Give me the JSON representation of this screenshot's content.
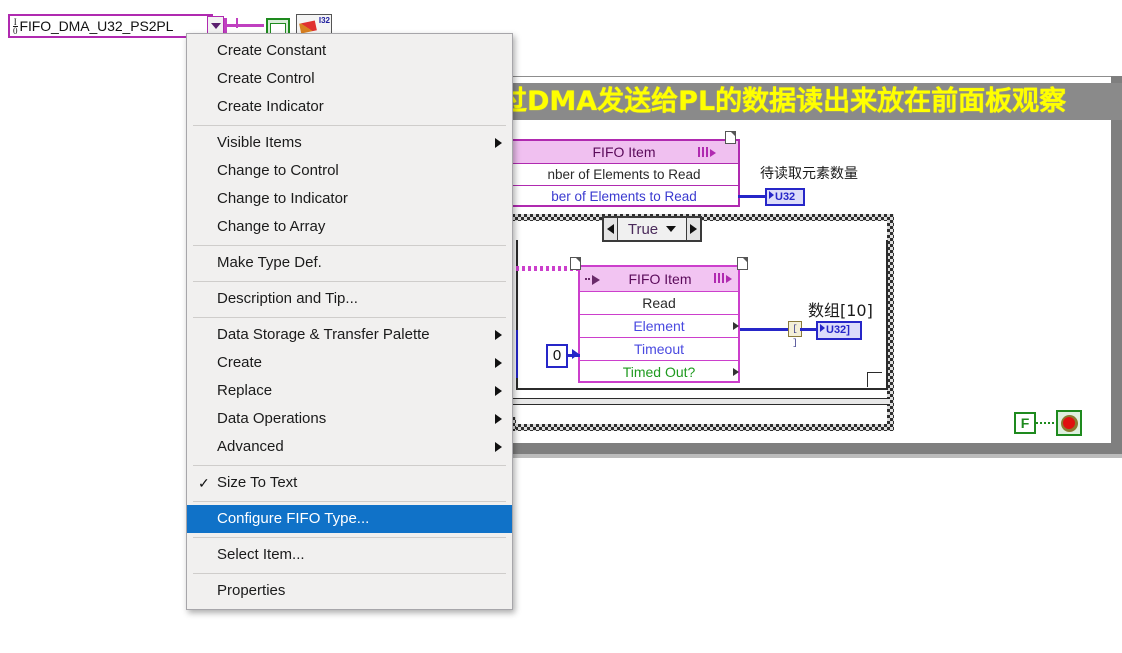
{
  "terminal": {
    "label": "FIFO_DMA_U32_PS2PL",
    "numerator": "I",
    "denominator": "0",
    "dropdown_icon": "chevron-down-icon",
    "i32_label": "I32"
  },
  "context_menu": {
    "items": [
      {
        "label": "Create Constant",
        "submenu": false,
        "checked": false,
        "selected": false,
        "sep_after": false
      },
      {
        "label": "Create Control",
        "submenu": false,
        "checked": false,
        "selected": false,
        "sep_after": false
      },
      {
        "label": "Create Indicator",
        "submenu": false,
        "checked": false,
        "selected": false,
        "sep_after": true
      },
      {
        "label": "Visible Items",
        "submenu": true,
        "checked": false,
        "selected": false,
        "sep_after": false
      },
      {
        "label": "Change to Control",
        "submenu": false,
        "checked": false,
        "selected": false,
        "sep_after": false
      },
      {
        "label": "Change to Indicator",
        "submenu": false,
        "checked": false,
        "selected": false,
        "sep_after": false
      },
      {
        "label": "Change to Array",
        "submenu": false,
        "checked": false,
        "selected": false,
        "sep_after": true
      },
      {
        "label": "Make Type Def.",
        "submenu": false,
        "checked": false,
        "selected": false,
        "sep_after": true
      },
      {
        "label": "Description and Tip...",
        "submenu": false,
        "checked": false,
        "selected": false,
        "sep_after": true
      },
      {
        "label": "Data Storage & Transfer Palette",
        "submenu": true,
        "checked": false,
        "selected": false,
        "sep_after": false
      },
      {
        "label": "Create",
        "submenu": true,
        "checked": false,
        "selected": false,
        "sep_after": false
      },
      {
        "label": "Replace",
        "submenu": true,
        "checked": false,
        "selected": false,
        "sep_after": false
      },
      {
        "label": "Data Operations",
        "submenu": true,
        "checked": false,
        "selected": false,
        "sep_after": false
      },
      {
        "label": "Advanced",
        "submenu": true,
        "checked": false,
        "selected": false,
        "sep_after": true
      },
      {
        "label": "Size To Text",
        "submenu": false,
        "checked": true,
        "selected": false,
        "sep_after": true
      },
      {
        "label": "Configure FIFO Type...",
        "submenu": false,
        "checked": false,
        "selected": true,
        "sep_after": true
      },
      {
        "label": "Select Item...",
        "submenu": false,
        "checked": false,
        "selected": false,
        "sep_after": true
      },
      {
        "label": "Properties",
        "submenu": false,
        "checked": false,
        "selected": false,
        "sep_after": false
      }
    ],
    "checkmark_glyph": "✓",
    "submenu_icon": "chevron-right-icon",
    "highlight_color": "#1072c8"
  },
  "diagram": {
    "banner_text": "过DMA发送给PL的数据读出来放在前面板观察",
    "banner_bg": "#8a8a8a",
    "banner_fg": "#ffff00",
    "fifo_node_top": {
      "title": "FIFO Item",
      "rows": [
        "nber of Elements to Read",
        "ber of Elements to Read"
      ],
      "icon": "fifo-icon"
    },
    "num_elements_label": "待读取元素数量",
    "num_elements_type": "U32",
    "case_structure": {
      "selector_value": "True",
      "left_icon": "triangle-left-icon",
      "right_icon": "triangle-right-icon",
      "dropdown_icon": "chevron-down-icon"
    },
    "fifo_node_main": {
      "title": "FIFO Item",
      "rows": [
        {
          "label": "Read",
          "color": "#2a2a2a",
          "out": false
        },
        {
          "label": "Element",
          "color": "#4a4ae0",
          "out": true
        },
        {
          "label": "Timeout",
          "color": "#4a4ae0",
          "out": false
        },
        {
          "label": "Timed Out?",
          "color": "#1f9a1f",
          "out": true
        }
      ],
      "icon": "fifo-icon"
    },
    "timeout_constant": "0",
    "array_label": "数组[10]",
    "array_type": "U32",
    "array_junction": "[ ]",
    "stop": {
      "false_constant": "F",
      "button_icon": "stop-button-icon"
    }
  }
}
